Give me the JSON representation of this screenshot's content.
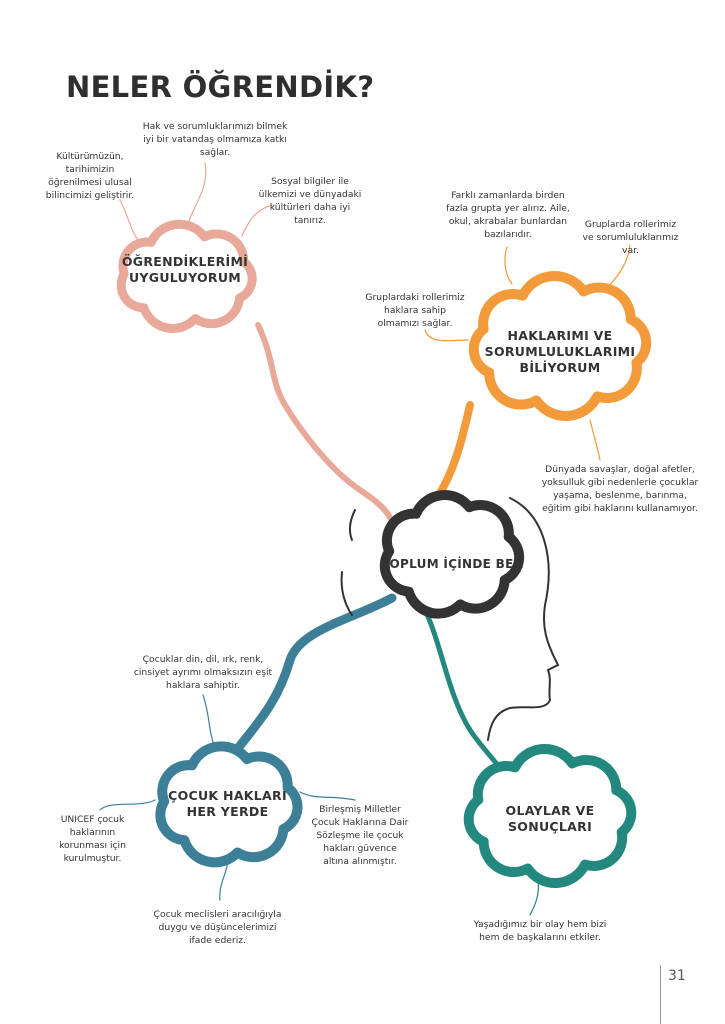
{
  "title": "NELER ÖĞRENDİK?",
  "page_number": "31",
  "colors": {
    "pink": "#e8a89a",
    "orange": "#f39a3a",
    "dark": "#333333",
    "blue": "#3e7f98",
    "teal": "#23897e"
  },
  "center": {
    "label": "TOPLUM İÇİNDE BEN"
  },
  "clouds": {
    "pink": {
      "line1": "ÖĞRENDİKLERİMİ",
      "line2": "UYGULUYORUM"
    },
    "orange": {
      "line1": "HAKLARIMI VE",
      "line2": "SORUMLULUKLARIMI",
      "line3": "BİLİYORUM"
    },
    "blue": {
      "line1": "ÇOCUK HAKLARI",
      "line2": "HER YERDE"
    },
    "teal": {
      "line1": "OLAYLAR VE",
      "line2": "SONUÇLARI"
    }
  },
  "notes": {
    "pink_1": "Kültürümüzün, tarihimizin öğrenilmesi ulusal bilincimizi geliştirir.",
    "pink_2": "Hak ve sorumluklarımızı bilmek iyi bir vatandaş olmamıza katkı sağlar.",
    "pink_3": "Sosyal bilgiler ile ülkemizi ve dünyadaki kültürleri daha iyi tanırız.",
    "orange_1": "Farklı zamanlarda birden fazla grupta yer alırız. Aile, okul, akrabalar bunlardan bazılarıdır.",
    "orange_2": "Gruplarda rollerimiz ve sorumluluklarımız var.",
    "orange_3": "Gruplardaki rollerimiz haklara sahip olmamızı sağlar.",
    "orange_4": "Dünyada savaşlar, doğal afetler, yoksulluk gibi nedenlerle çocuklar yaşama, beslenme, barınma, eğitim gibi haklarını kullanamıyor.",
    "blue_1": "Çocuklar din, dil, ırk, renk, cinsiyet ayrımı olmaksızın eşit haklara sahiptir.",
    "blue_2": "UNICEF çocuk haklarının korunması için kurulmuştur.",
    "blue_3": "Birleşmiş Milletler Çocuk Haklarına Dair Sözleşme ile çocuk hakları güvence altına alınmıştır.",
    "blue_4": "Çocuk meclisleri aracılığıyla duygu ve düşüncelerimizi ifade ederiz.",
    "teal_1": "Yaşadığımız bir olay hem bizi hem de başkalarını etkiler."
  }
}
